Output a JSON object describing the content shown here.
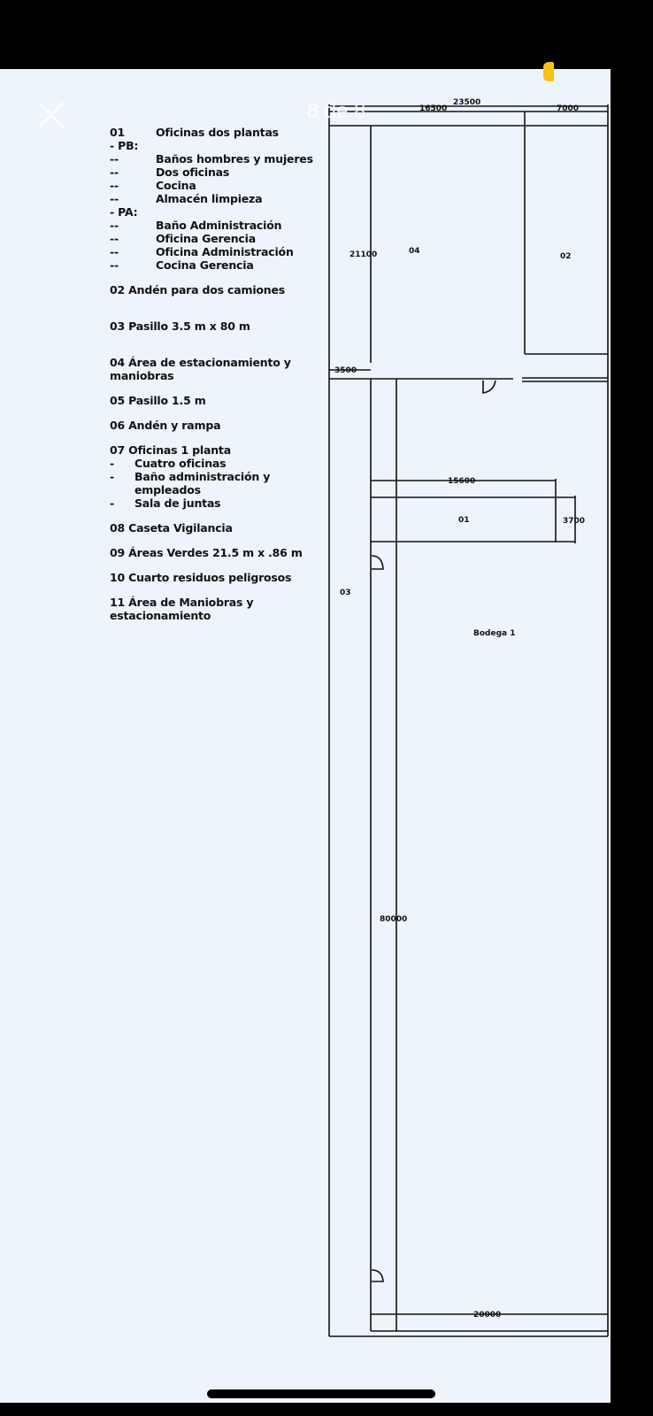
{
  "viewer": {
    "counter": "8 de 8",
    "close_icon": "close-icon",
    "accent": "#f7c218"
  },
  "legend": {
    "i01": {
      "num": "01",
      "title": "Oficinas dos plantas"
    },
    "pb": "-   PB:",
    "pb_items": [
      "Baños hombres y mujeres",
      "Dos oficinas",
      "Cocina",
      "Almacén limpieza"
    ],
    "pa": "-   PA:",
    "pa_items": [
      "Baño Administración",
      "Oficina Gerencia",
      "Oficina Administración",
      "Cocina Gerencia"
    ],
    "i02": "02          Andén para dos camiones",
    "i03": "03   Pasillo 3.5 m x 80 m",
    "i04": "04   Área de estacionamiento y maniobras",
    "i05": "05   Pasillo 1.5 m",
    "i06": "06   Andén y  rampa",
    "i07": "07   Oficinas 1 planta",
    "i07_items": [
      "Cuatro oficinas",
      "Baño administración y empleados",
      "Sala de juntas"
    ],
    "i08": "08   Caseta Vigilancia",
    "i09": "09   Áreas Verdes 21.5 m x .86 m",
    "i10": "10   Cuarto residuos peligrosos",
    "i11": "11 Área de Maniobras y estacionamiento"
  },
  "plan": {
    "dim_16500": "16500",
    "dim_23500": "23500",
    "dim_7000": "7000",
    "dim_21100": "21100",
    "dim_3500": "3500",
    "dim_15600": "15600",
    "dim_3700": "3700",
    "dim_80000": "80000",
    "dim_20000": "20000",
    "lbl_04": "04",
    "lbl_02": "02",
    "lbl_01": "01",
    "lbl_03": "03",
    "lbl_bodega": "Bodega 1"
  }
}
